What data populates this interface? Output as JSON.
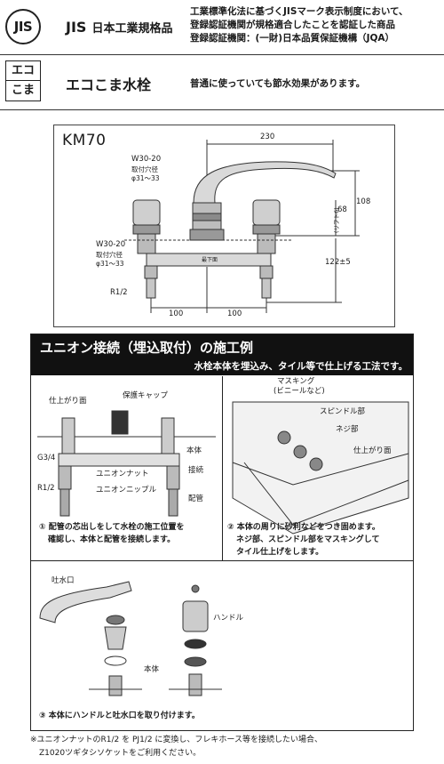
{
  "header": {
    "jis_logo": "JIS",
    "jis_title": "JIS",
    "jis_label": "日本工業規格品",
    "jis_desc": [
      "工業標準化法に基づくJISマーク表示制度において、",
      "登録認証機関が規格適合したことを認証した商品",
      "登録認証機関：(一財)日本品質保証機構（JQA）"
    ],
    "eco_box_top": "エコ",
    "eco_box_bottom": "こま",
    "eco_title": "エコこま水栓",
    "eco_desc": "普通に使っていても節水効果があります。"
  },
  "drawing": {
    "model": "KM70",
    "dim_230": "230",
    "dim_108": "108",
    "dim_68": "68",
    "dim_lift": "(リフト6)",
    "dim_122": "122±5",
    "dim_100_left": "100",
    "dim_100_right": "100",
    "w30_top": "W30-20",
    "hole_top_1": "取付穴径",
    "hole_top_2": "φ31～33",
    "w30_bottom": "W30-20",
    "hole_bottom_1": "取付穴径",
    "hole_bottom_2": "φ31～33",
    "r12": "R1/2",
    "center_label": "最下面"
  },
  "example": {
    "title": "ユニオン接続（埋込取付）の施工例",
    "subtitle": "水栓本体を埋込み、タイル等で仕上げる工法です。",
    "left_labels": {
      "finish": "仕上がり面",
      "cap": "保護キャップ",
      "body": "本体",
      "g34": "G3/4",
      "union_nut": "ユニオンナット",
      "connect": "接続",
      "r12": "R1/2",
      "union_nipple": "ユニオンニップル",
      "pipe": "配管"
    },
    "right_labels": {
      "masking": "マスキング",
      "masking_sub": "(ビニールなど)",
      "spindle": "スピンドル部",
      "screw": "ネジ部",
      "finish": "仕上がり面"
    },
    "cap1": [
      "① 配管の芯出しをして水栓の施工位置を",
      "確認し、本体と配管を接続します。"
    ],
    "cap2": [
      "② 本体の周りに砂利などをつき固めます。",
      "ネジ部、スピンドル部をマスキングして",
      "タイル仕上げをします。"
    ],
    "bottom_labels": {
      "spout": "吐水口",
      "handle": "ハンドル",
      "body": "本体"
    },
    "cap3": "③ 本体にハンドルと吐水口を取り付けます。"
  },
  "footnote": [
    "※ユニオンナットのR1/2 を PJ1/2 に変換し、フレキホース等を接続したい場合、",
    "Z1020ツギタシソケットをご利用ください。"
  ]
}
